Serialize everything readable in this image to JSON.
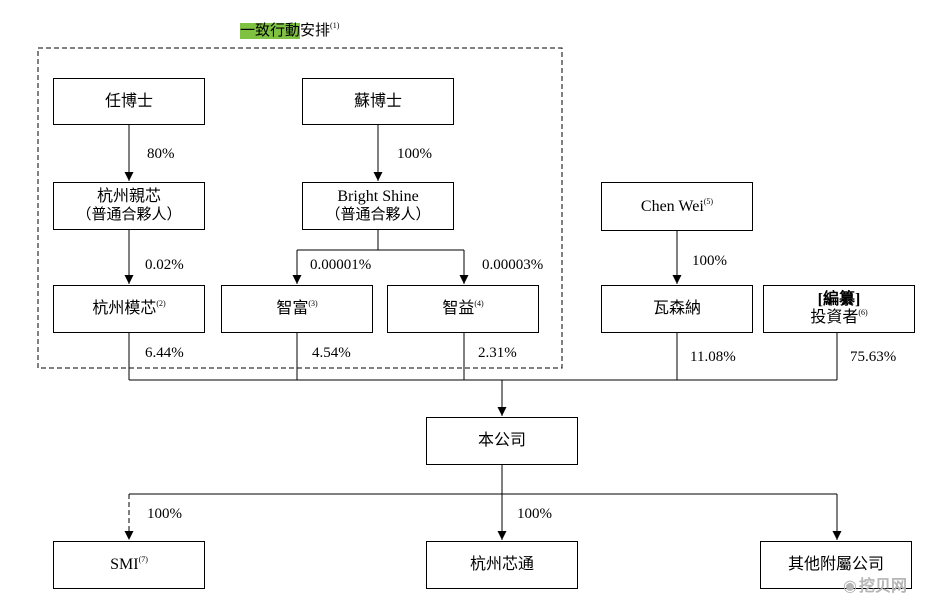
{
  "title": {
    "highlight": "一致行動",
    "rest": "安排",
    "note": "(1)"
  },
  "boxes": {
    "ren": {
      "label": "任博士"
    },
    "su": {
      "label": "蘇博士"
    },
    "hz_qinxin": {
      "label": "杭州親芯",
      "sub": "（普通合夥人）"
    },
    "bright_shine": {
      "label": "Bright Shine",
      "sub": "（普通合夥人）"
    },
    "chen_wei": {
      "label": "Chen Wei",
      "note": "(5)"
    },
    "hz_moxin": {
      "label": "杭州模芯",
      "note": "(2)"
    },
    "zhifu": {
      "label": "智富",
      "note": "(3)"
    },
    "zhiyi": {
      "label": "智益",
      "note": "(4)"
    },
    "wasenna": {
      "label": "瓦森納"
    },
    "investors": {
      "label": "[編纂]",
      "sub": "投資者",
      "note": "(6)"
    },
    "company": {
      "label": "本公司"
    },
    "smi": {
      "label": "SMI",
      "note": "(7)"
    },
    "hz_xintong": {
      "label": "杭州芯通"
    },
    "other_subs": {
      "label": "其他附屬公司"
    }
  },
  "percentages": {
    "ren_to_qinxin": "80%",
    "su_to_bright": "100%",
    "qinxin_to_moxin": "0.02%",
    "bright_to_zhifu": "0.00001%",
    "bright_to_zhiyi": "0.00003%",
    "chen_to_wasenna": "100%",
    "moxin_to_company": "6.44%",
    "zhifu_to_company": "4.54%",
    "zhiyi_to_company": "2.31%",
    "wasenna_to_company": "11.08%",
    "investors_to_company": "75.63%",
    "company_to_smi": "100%",
    "company_to_xintong": "100%"
  },
  "watermark": {
    "text": "挖贝网",
    "icon": "weibo-icon"
  }
}
